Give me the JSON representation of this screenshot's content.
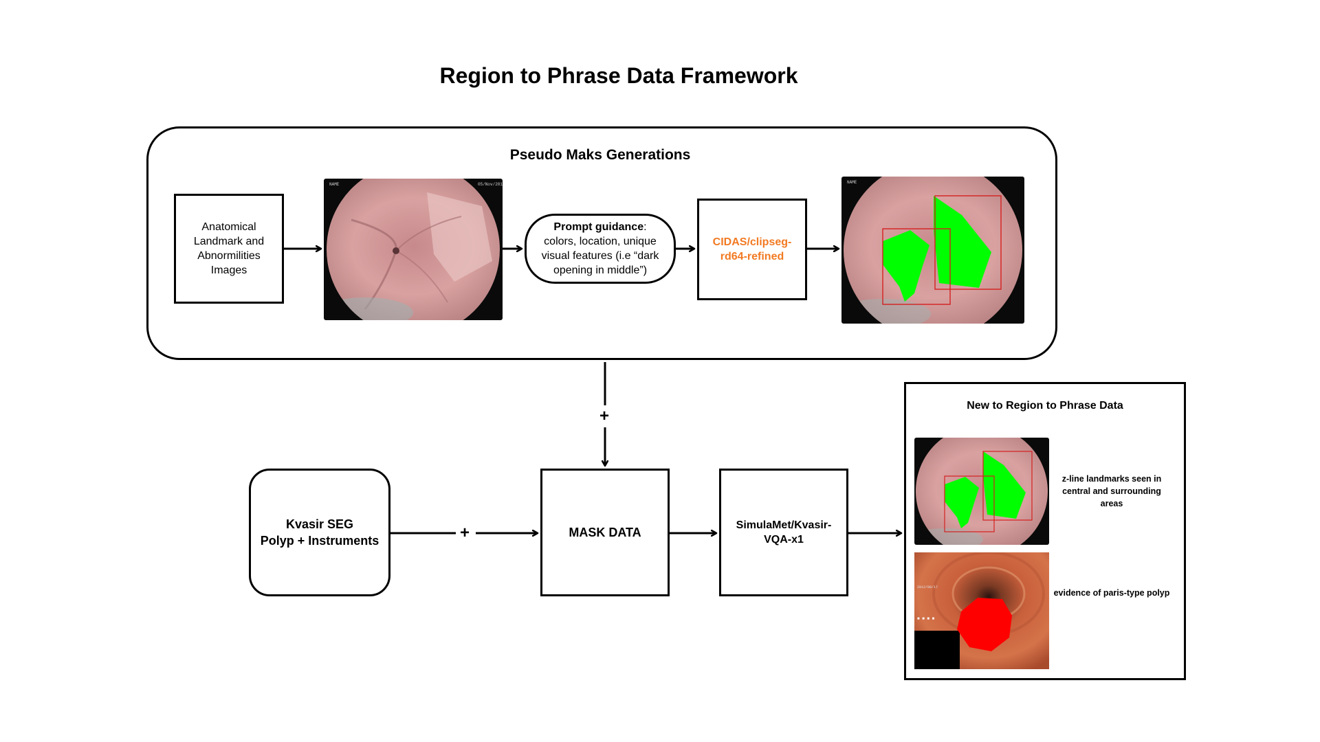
{
  "title": "Region to Phrase Data Framework",
  "pseudo_panel": {
    "title": "Pseudo Maks Generations",
    "input_box": "Anatomical Landmark and Abnormilities Images",
    "prompt_box": {
      "bold": "Prompt guidance",
      "rest": ": colors, location, unique visual features (i.e “dark opening in middle”)"
    },
    "model_box": "CIDAS/clipseg-rd64-refined"
  },
  "lower_flow": {
    "kvasir_box": {
      "line1": "Kvasir SEG",
      "line2": "Polyp + Instruments"
    },
    "mask_box": "MASK DATA",
    "vqa_box": "SimulaMet/Kvasir-VQA-x1",
    "plus_vertical": "+",
    "plus_horizontal": "+"
  },
  "output_panel": {
    "title": "New to Region to Phrase Data",
    "caption_1": "z-line landmarks seen in central and surrounding areas",
    "caption_2": "evidence of paris-type polyp"
  },
  "colors": {
    "stroke": "#000000",
    "accent_orange": "#f27a22",
    "mask_green": "#00ff00",
    "mask_red": "#ff0000",
    "bbox_red": "#d42020",
    "tissue_pink": "#d79a98",
    "colon_orange": "#c9603c"
  },
  "icons": {
    "endoscopy_image": "endoscopy-photo",
    "masked_image": "segmentation-overlay-photo",
    "polyp_image": "polyp-photo"
  }
}
